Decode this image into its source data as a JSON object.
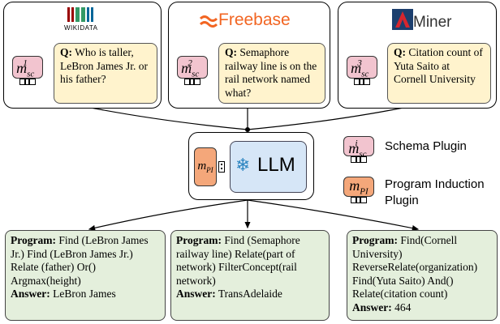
{
  "sources": {
    "wikidata": {
      "name": "WIKIDATA",
      "question_prefix": "Q:",
      "question": "Who is taller, LeBron James Jr. or his father?",
      "plugin_sub": "sc",
      "plugin_sup": "1"
    },
    "freebase": {
      "name": "Freebase",
      "question_prefix": "Q:",
      "question": "Semaphore railway line is on the rail network named what?",
      "plugin_sub": "sc",
      "plugin_sup": "2"
    },
    "aminer": {
      "name": "Miner",
      "logo_letter": "A",
      "question_prefix": "Q:",
      "question": "Citation count of Yuta Saito at Cornell University",
      "plugin_sub": "sc",
      "plugin_sup": "3"
    }
  },
  "center": {
    "llm_label": "LLM",
    "plugin_sub": "PI",
    "snowflake": "❄"
  },
  "legend": {
    "schema": {
      "sup": "i",
      "sub": "sc",
      "label": "Schema Plugin"
    },
    "program": {
      "sub": "PI",
      "label_line1": "Program Induction",
      "label_line2": "Plugin"
    }
  },
  "outputs": [
    {
      "program_label": "Program:",
      "program": "Find (LeBron James Jr.) Find (LeBron James Jr.) Relate (father) Or() Argmax(height)",
      "answer_label": "Answer:",
      "answer": "LeBron James"
    },
    {
      "program_label": "Program:",
      "program": "Find (Semaphore railway line) Relate(part of network) FilterConcept(rail network)",
      "answer_label": "Answer:",
      "answer": "TransAdelaide"
    },
    {
      "program_label": "Program:",
      "program": "Find(Cornell University) ReverseRelate(organization) Find(Yuta Saito) And() Relate(citation count)",
      "answer_label": "Answer:",
      "answer": "464"
    }
  ],
  "colors": {
    "question_bg": "#fff3cd",
    "output_bg": "#e4efdc",
    "llm_bg": "#d6e6f7",
    "schema_plugin": "#f2c4cf",
    "pi_plugin": "#f4a77a",
    "freebase_orange": "#f26522"
  }
}
